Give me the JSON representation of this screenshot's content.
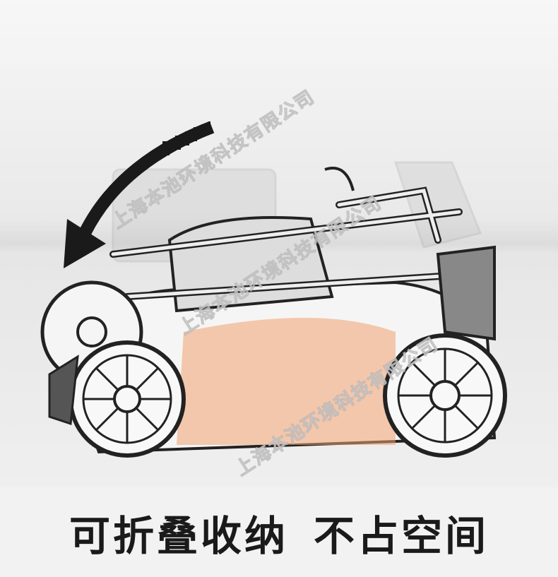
{
  "caption": {
    "part1": "可折叠收纳",
    "part2": "不占空间"
  },
  "watermark": "上海本池环境科技有限公司",
  "colors": {
    "deck_orange": "#f0a070",
    "outline": "#222222",
    "text": "#1a1a1a"
  }
}
